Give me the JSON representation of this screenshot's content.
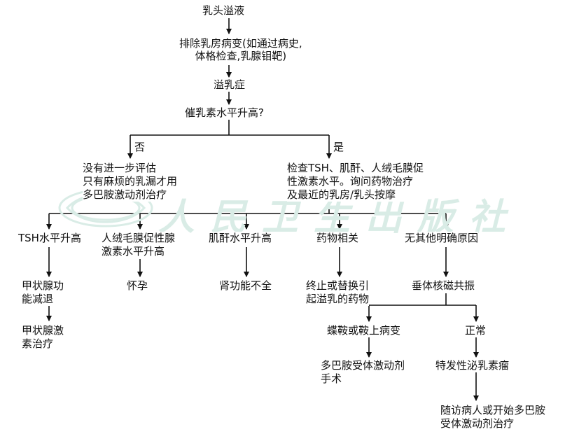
{
  "watermark": {
    "text": "人民卫生出版社"
  },
  "nodes": {
    "n1": "乳头溢液",
    "n2_l1": "排除乳房病变(如通过病史,",
    "n2_l2": "体格检查,乳腺钼靶)",
    "n3": "溢乳症",
    "n4": "催乳素水平升高?",
    "label_no": "否",
    "label_yes": "是",
    "n5_l1": "没有进一步评估",
    "n5_l2": "只有麻烦的乳漏才用",
    "n5_l3": "多巴胺激动剂治疗",
    "n6_l1": "检查TSH、肌酐、人绒毛膜促",
    "n6_l2": "性激素水平。询问药物治疗",
    "n6_l3": "及最近的乳房/乳头按摩",
    "b1": "TSH水平升高",
    "b2_l1": "人绒毛膜促性腺",
    "b2_l2": "激素水平升高",
    "b3": "肌酐水平升高",
    "b4": "药物相关",
    "b5": "无其他明确原因",
    "c1_l1": "甲状腺功",
    "c1_l2": "能减退",
    "c2": "怀孕",
    "c3": "肾功能不全",
    "c4_l1": "终止或替换引",
    "c4_l2": "起溢乳的药物",
    "c5": "垂体核磁共振",
    "d1_l1": "甲状腺激",
    "d1_l2": "素治疗",
    "e1": "蝶鞍或鞍上病变",
    "e2": "正常",
    "f1_l1": "多巴胺受体激动剂",
    "f1_l2": "手术",
    "f2": "特发性泌乳素瘤",
    "g1_l1": "随访病人或开始多巴胺",
    "g1_l2": "受体激动剂治疗"
  }
}
